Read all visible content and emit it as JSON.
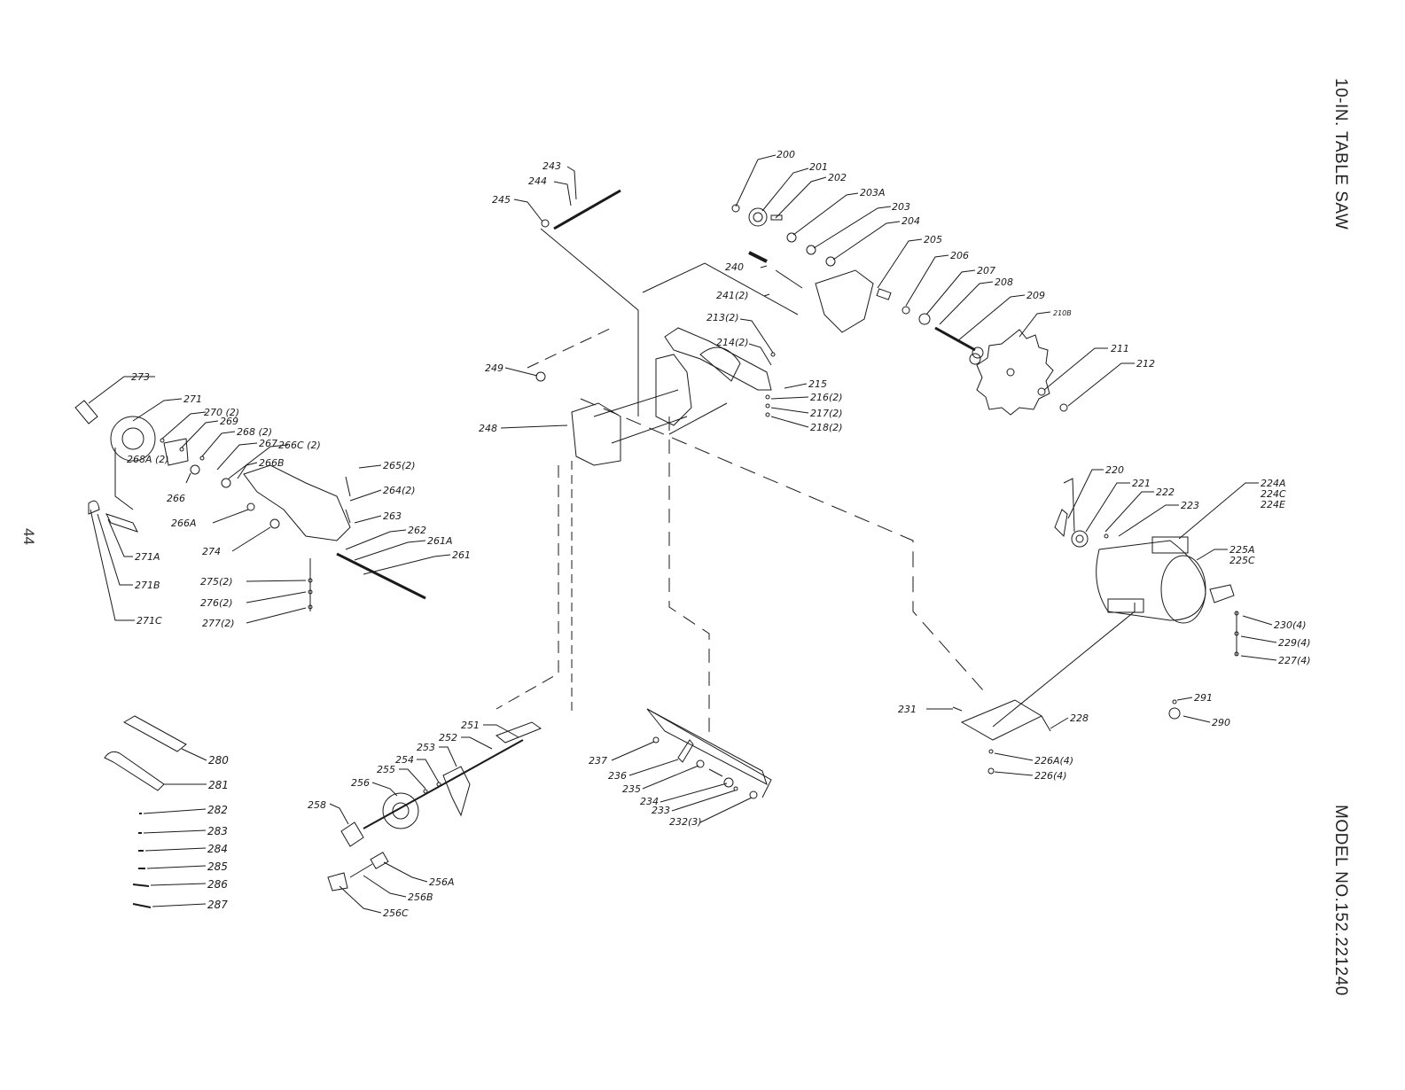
{
  "header": {
    "title": "10-IN. TABLE SAW",
    "model": "MODEL NO.152.221240",
    "page_number": "44"
  },
  "parts": {
    "p200": "200",
    "p201": "201",
    "p202": "202",
    "p203A": "203A",
    "p203": "203",
    "p204": "204",
    "p205": "205",
    "p206": "206",
    "p207": "207",
    "p208": "208",
    "p209": "209",
    "p210B": "210B",
    "p211": "211",
    "p212": "212",
    "p213": "213(2)",
    "p214": "214(2)",
    "p215": "215",
    "p216": "216(2)",
    "p217": "217(2)",
    "p218": "218(2)",
    "p220": "220",
    "p221": "221",
    "p222": "222",
    "p223": "223",
    "p224A": "224A",
    "p224C": "224C",
    "p224E": "224E",
    "p225A": "225A",
    "p225C": "225C",
    "p226A": "226A(4)",
    "p226": "226(4)",
    "p227": "227(4)",
    "p228": "228",
    "p229": "229(4)",
    "p230": "230(4)",
    "p231": "231",
    "p232": "232(3)",
    "p233": "233",
    "p234": "234",
    "p235": "235",
    "p236": "236",
    "p237": "237",
    "p240": "240",
    "p241": "241(2)",
    "p243": "243",
    "p244": "244",
    "p245": "245",
    "p248": "248",
    "p249": "249",
    "p251": "251",
    "p252": "252",
    "p253": "253",
    "p254": "254",
    "p255": "255",
    "p256": "256",
    "p256A": "256A",
    "p256B": "256B",
    "p256C": "256C",
    "p258": "258",
    "p261": "261",
    "p261A": "261A",
    "p262": "262",
    "p263": "263",
    "p264": "264(2)",
    "p265": "265(2)",
    "p266": "266",
    "p266A": "266A",
    "p266B": "266B",
    "p266C": "266C (2)",
    "p267": "267",
    "p268": "268 (2)",
    "p268A": "268A (2)",
    "p269": "269",
    "p270": "270 (2)",
    "p271": "271",
    "p271A": "271A",
    "p271B": "271B",
    "p271C": "271C",
    "p273": "273",
    "p274": "274",
    "p275": "275(2)",
    "p276": "276(2)",
    "p277": "277(2)",
    "p280": "280",
    "p281": "281",
    "p282": "282",
    "p283": "283",
    "p284": "284",
    "p285": "285",
    "p286": "286",
    "p287": "287",
    "p290": "290",
    "p291": "291"
  },
  "colors": {
    "ink": "#1a1a1a",
    "paper": "#ffffff"
  }
}
